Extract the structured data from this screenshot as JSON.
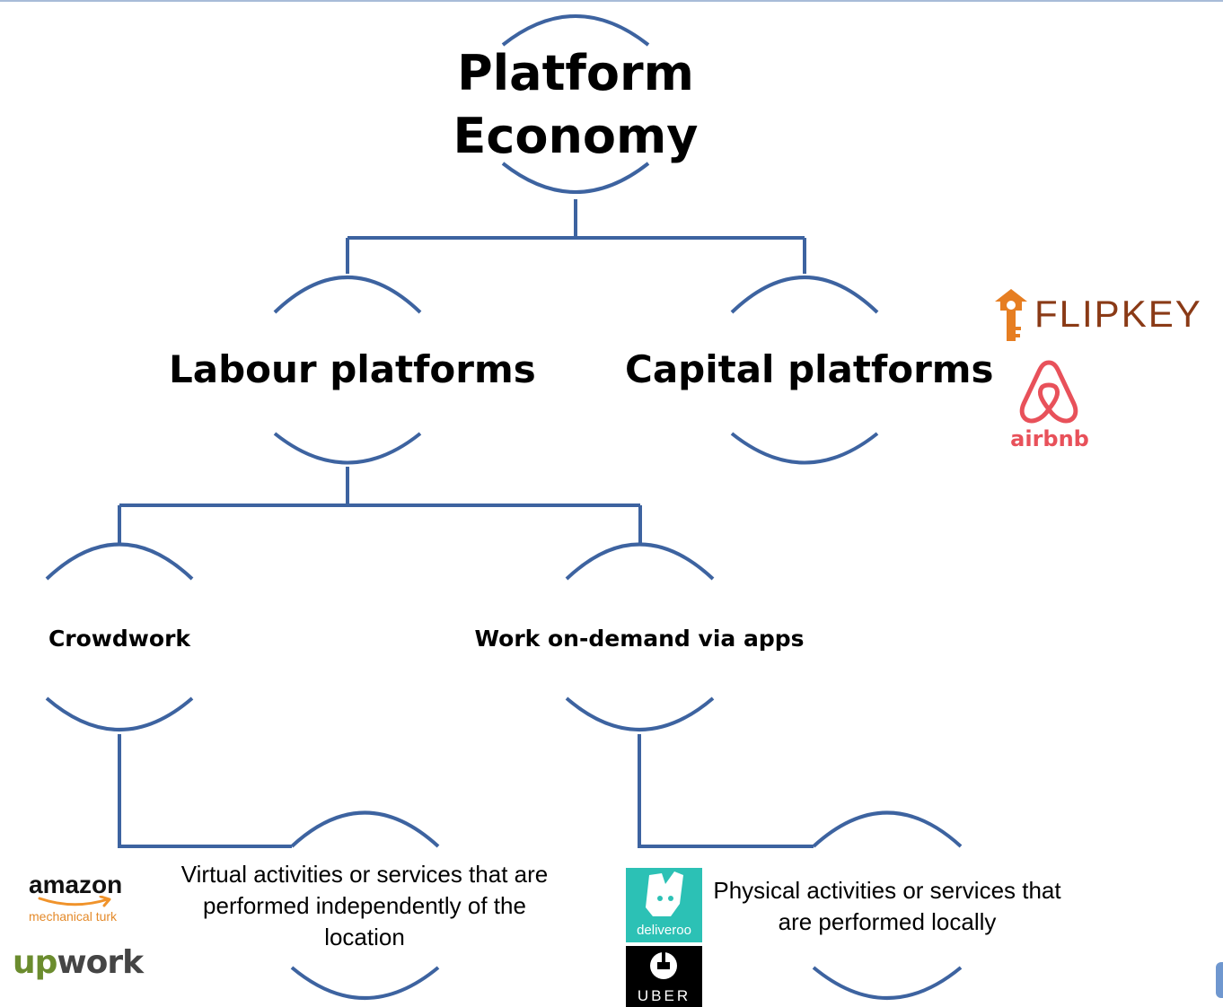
{
  "diagram": {
    "root": "Platform\nEconomy",
    "labour": "Labour platforms",
    "capital": "Capital platforms",
    "crowdwork": "Crowdwork",
    "on_demand": "Work on-demand via apps",
    "virtual_desc": "Virtual activities or services that are performed independently of the location",
    "physical_desc": "Physical activities or services that are performed locally"
  },
  "logos": {
    "flipkey": "FLIPKEY",
    "airbnb": "airbnb",
    "amazon": "amazon",
    "mturk": "mechanical turk",
    "upwork_up": "up",
    "upwork_work": "work",
    "deliveroo": "deliveroo",
    "uber": "UBER"
  },
  "colors": {
    "connector": "#3d63a0",
    "flipkey": "#8a3a16",
    "airbnb": "#e8515a",
    "deliveroo": "#2cc1b5",
    "upwork": "#6b8c2e"
  }
}
